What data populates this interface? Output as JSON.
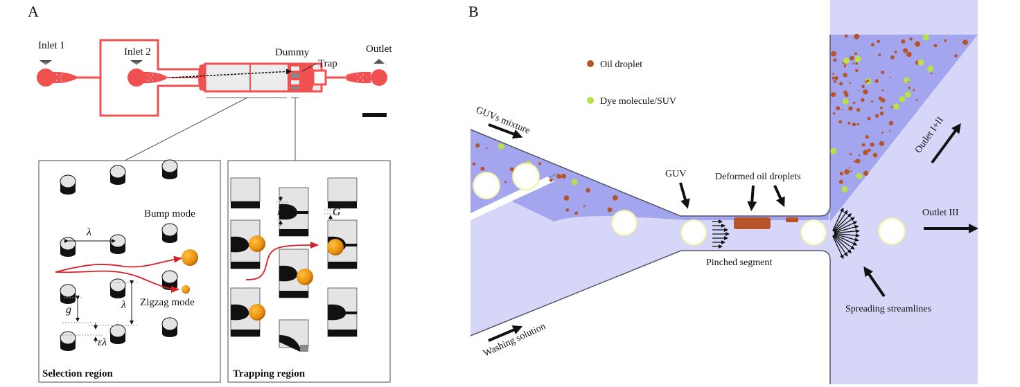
{
  "panels": {
    "a": {
      "letter": "A",
      "chip_labels": {
        "inlet1": "Inlet 1",
        "inlet2": "Inlet 2",
        "dummy": "Dummy",
        "trap": "Trap",
        "outlet": "Outlet"
      },
      "selection_region": {
        "title": "Selection region",
        "bump_mode": "Bump mode",
        "zigzag_mode": "Zigzag mode",
        "lambda": "λ",
        "g": "g",
        "epsilon_lambda": "ελ"
      },
      "trapping_region": {
        "title": "Trapping region",
        "L": "L",
        "G": "G"
      }
    },
    "b": {
      "letter": "B",
      "legend": [
        {
          "label": "Oil droplet",
          "color": "#b5532a"
        },
        {
          "label": "Dye molecule/SUV",
          "color": "#b8e04a"
        }
      ],
      "labels": {
        "guvs_mixture": "GUVs mixture",
        "washing_solution": "Washing solution",
        "guv": "GUV",
        "deformed_oil_droplets": "Deformed oil droplets",
        "pinched_segment": "Pinched segment",
        "spreading_streamlines": "Spreading streamlines",
        "outlet_1_2": "Outlet I+II",
        "outlet_3": "Outlet III"
      }
    }
  },
  "colors": {
    "chip_red": "#f05050",
    "chip_fill": "#ececec",
    "sample_channel": "#a3a6ee",
    "wash_channel": "#d6d6f8",
    "oil": "#b5532a",
    "dye": "#b8e04a",
    "bead": "#e8900e"
  }
}
